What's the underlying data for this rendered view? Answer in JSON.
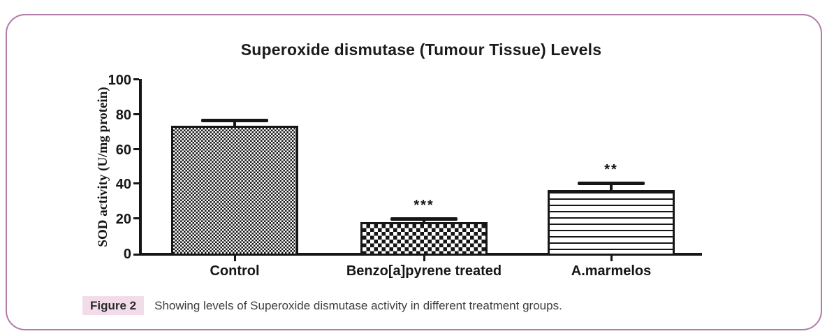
{
  "chart_data": {
    "type": "bar",
    "title": "Superoxide dismutase (Tumour Tissue) Levels",
    "ylabel": "SOD activity (U/mg protein)",
    "xlabel": "",
    "categories": [
      "Control",
      "Benzo[a]pyrene treated",
      "A.marmelos"
    ],
    "values": [
      73,
      17.5,
      36
    ],
    "error_top": [
      76.5,
      19.5,
      40
    ],
    "significance": [
      "",
      "***",
      "**"
    ],
    "yticks": [
      0,
      20,
      40,
      60,
      80,
      100
    ],
    "ylim": [
      0,
      100
    ],
    "grid": false,
    "legend_position": "none",
    "bar_patterns": [
      "fine-checkerboard",
      "coarse-checkerboard",
      "horizontal-lines"
    ]
  },
  "caption": {
    "label": "Figure 2",
    "text": "Showing levels of Superoxide dismutase activity in different treatment groups."
  },
  "colors": {
    "ink": "#161616",
    "frame_border": "#b27ba8",
    "caption_highlight": "#f2dce9",
    "caption_text": "#3d3d3d",
    "background": "#ffffff"
  }
}
